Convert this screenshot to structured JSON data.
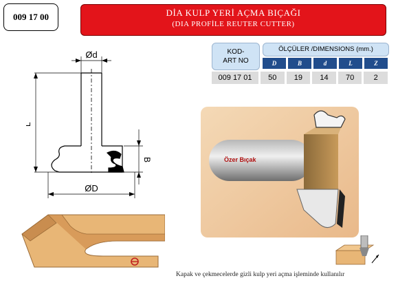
{
  "header": {
    "code": "009 17 00",
    "title": "DİA KULP YERİ AÇMA BIÇAĞI",
    "subtitle": "(DIA PROFİLE REUTER CUTTER)"
  },
  "table": {
    "code_header_line1": "KOD-",
    "code_header_line2": "ART NO",
    "dimensions_header": "ÖLÇÜLER /DIMENSIONS (mm.)",
    "columns": [
      "D",
      "B",
      "d",
      "L",
      "Z"
    ],
    "rows": [
      {
        "code": "009 17 01",
        "values": [
          "50",
          "19",
          "14",
          "70",
          "2"
        ]
      }
    ]
  },
  "drawing": {
    "label_shank_diameter": "Ød",
    "label_length": "L",
    "label_cut_height": "B",
    "label_diameter": "ØD"
  },
  "product": {
    "brand_text": "Özer Bıçak"
  },
  "caption": "Kapak ve çekmecelerde gizli kulp yeri açma işleminde kullanılır",
  "colors": {
    "title_red": "#e3141a",
    "header_blue": "#cfe3f5",
    "letter_blue": "#214d8c",
    "cell_gray": "#dcdcdc"
  }
}
